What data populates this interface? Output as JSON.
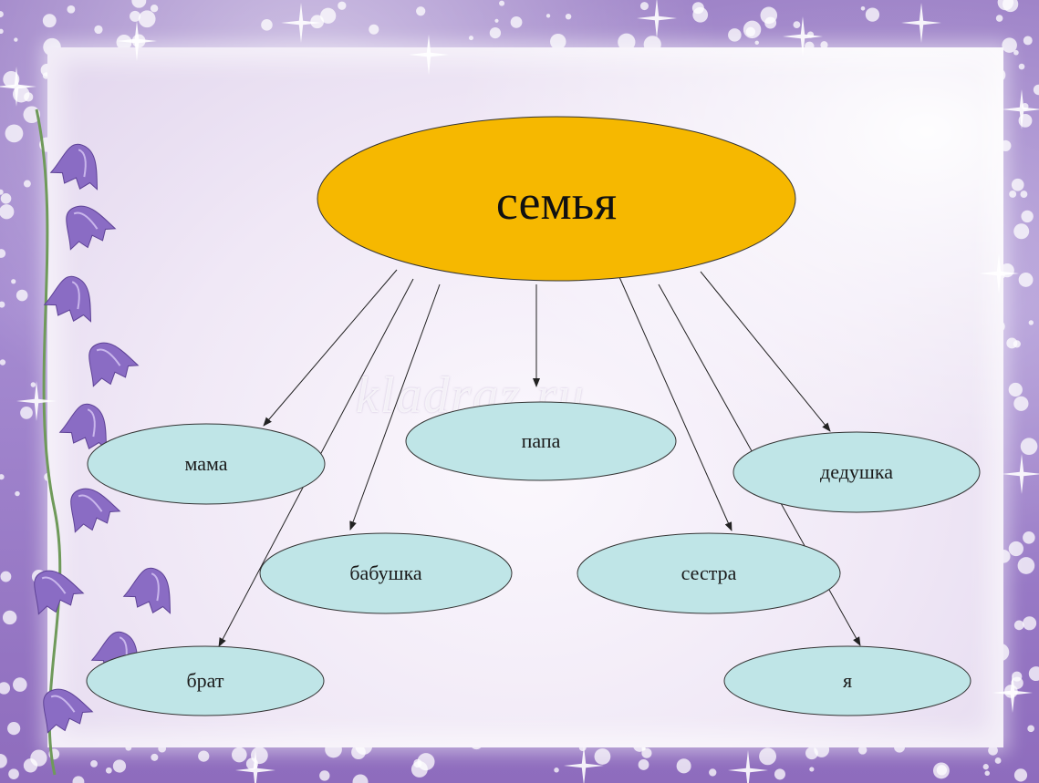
{
  "colors": {
    "root_fill": "#f6b800",
    "child_fill": "#bfe5e7",
    "stroke": "#333333",
    "arrow": "#222222"
  },
  "watermark": "kladraz.ru",
  "root": {
    "id": "family",
    "label": "семья"
  },
  "children": [
    {
      "id": "mama",
      "label": "мама"
    },
    {
      "id": "papa",
      "label": "папа"
    },
    {
      "id": "dedushka",
      "label": "дедушка"
    },
    {
      "id": "babushka",
      "label": "бабушка"
    },
    {
      "id": "sestra",
      "label": "сестра"
    },
    {
      "id": "brat",
      "label": "брат"
    },
    {
      "id": "ya",
      "label": "я"
    }
  ],
  "edges": [
    {
      "from": "family",
      "to": "mama"
    },
    {
      "from": "family",
      "to": "papa"
    },
    {
      "from": "family",
      "to": "dedushka"
    },
    {
      "from": "family",
      "to": "babushka"
    },
    {
      "from": "family",
      "to": "sestra"
    },
    {
      "from": "family",
      "to": "brat"
    },
    {
      "from": "family",
      "to": "ya"
    }
  ],
  "decor": {
    "flower_icon": "bellflower-icon",
    "sparkle_icon": "sparkle-icon"
  }
}
